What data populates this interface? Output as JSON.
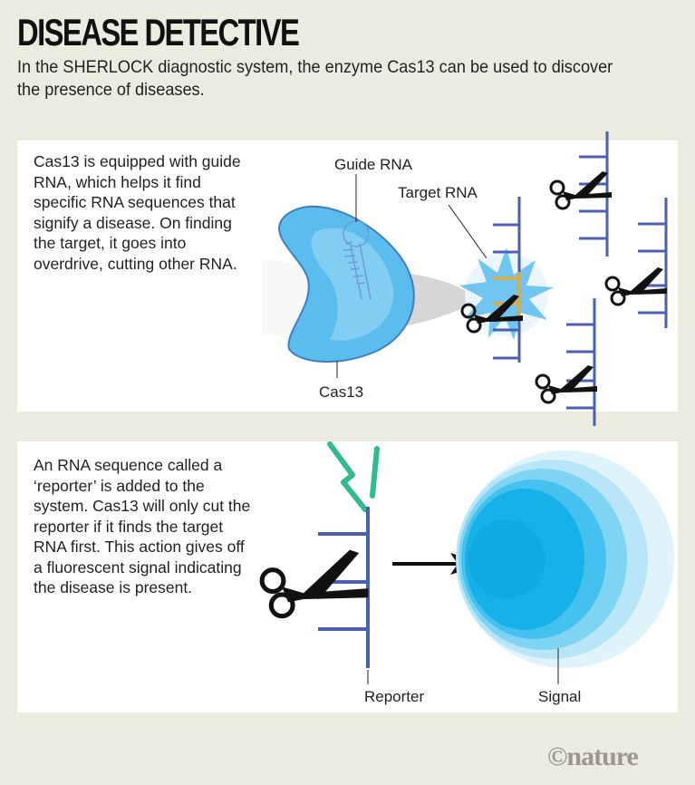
{
  "header": {
    "title": "DISEASE DETECTIVE",
    "subtitle": "In the SHERLOCK diagnostic system, the enzyme Cas13 can be used to discover the presence of diseases."
  },
  "panel1": {
    "text": "Cas13 is equipped with guide RNA, which helps it find specific RNA sequences that signify a disease. On finding the target, it goes into overdrive, cutting other RNA.",
    "labels": {
      "guide_rna": "Guide RNA",
      "target_rna": "Target RNA",
      "cas13": "Cas13"
    }
  },
  "panel2": {
    "text": "An RNA sequence called a ‘reporter’ is added to the system. Cas13 will only cut the reporter if it finds the target RNA first. This action gives off a fluorescent signal indicating the disease is present.",
    "labels": {
      "reporter": "Reporter",
      "signal": "Signal"
    }
  },
  "colors": {
    "rna": "#4a5fb5",
    "target": "#f0a81e",
    "cas13": "#5bbcee",
    "signal": "#10aee6",
    "fluor": "#2dbb8f"
  },
  "credit": "©nature"
}
